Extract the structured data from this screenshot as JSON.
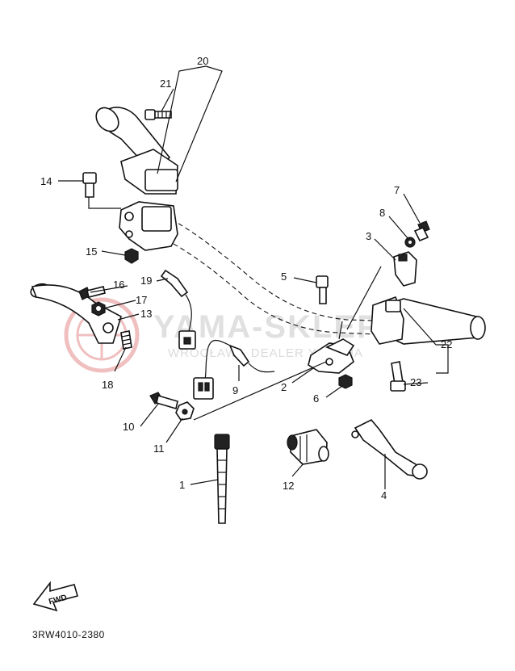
{
  "diagram": {
    "code": "3RW4010-2380",
    "fwd_label": "FWD",
    "watermark": {
      "main": "YAMA-SKLEP.PL",
      "sub": "WROCŁAW · DEALER YAMAHA",
      "logo": "yamaha-tuning-forks-logo"
    },
    "callouts": [
      "20",
      "21",
      "14",
      "7",
      "8",
      "3",
      "15",
      "5",
      "16",
      "19",
      "17",
      "13",
      "18",
      "9",
      "2",
      "22",
      "23",
      "6",
      "10",
      "11",
      "12",
      "1",
      "4"
    ]
  }
}
